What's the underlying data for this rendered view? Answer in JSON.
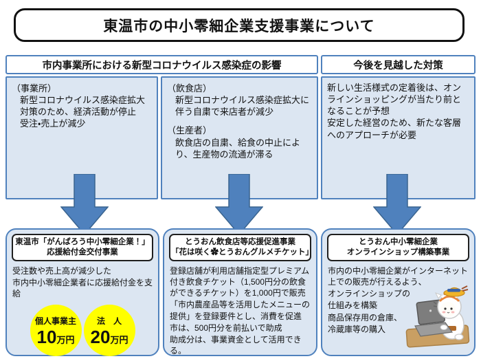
{
  "title": "東温市の中小零細企業支援事業について",
  "colors": {
    "border_blue": "#4f81bd",
    "cell_fill": "#dce6f2",
    "arrow_fill": "#4f81bd",
    "badge_yellow": "#ffff00",
    "title_border": "#111111"
  },
  "impact_table": {
    "header_left": "市内事業所における新型コロナウイルス感染症の影響",
    "header_right": "今後を見越した対策",
    "cells": [
      {
        "sections": [
          {
            "label": "（事業所）",
            "lines": [
              "新型コロナウイルス感染症拡大対策のため、経済活動が停止",
              "受注・売上が減少"
            ]
          }
        ]
      },
      {
        "sections": [
          {
            "label": "（飲食店）",
            "lines": [
              "新型コロナウイルス感染症拡大に伴う自粛で来店者が減少"
            ]
          },
          {
            "label": "（生産者）",
            "lines": [
              "飲食店の自粛、給食の中止により、生産物の流通が滞る"
            ]
          }
        ]
      },
      {
        "sections": [
          {
            "label": "",
            "lines": [
              "新しい生活様式の定着後は、オンラインショッピングが当たり前となることが予想",
              "安定した経営のため、新たな客層へのアプローチが必要"
            ]
          }
        ]
      }
    ]
  },
  "programs": [
    {
      "name_line1": "東温市「がんばろう中小零細企業！」",
      "name_line2": "応援給付金交付事業",
      "body": [
        "受注数や売上高が減少した",
        "市内中小零細企業者に応援給付金を支給"
      ],
      "badges": [
        {
          "label": "個人事業主",
          "amount": "10",
          "unit": "万円"
        },
        {
          "label": "法　人",
          "amount": "20",
          "unit": "万円"
        }
      ]
    },
    {
      "name_line1": "とうおん飲食店等応援促進事業",
      "name_line2": "「花は咲く✿とうおんグルメチケット」",
      "body": [
        "登録店舗が利用店舗指定型プレミアム付き飲食チケット（1,500円分の飲食ができるチケット）を1,000円で販売",
        "「市内農産品等を活用したメニューの提供」を登録要件とし、消費を促進",
        "市は、500円分を前払いで助成",
        "助成分は、事業資金として活用できる。"
      ]
    },
    {
      "name_line1": "とうおん中小零細企業",
      "name_line2": "オンラインショップ構築事業",
      "body": [
        "市内の中小零細企業がインターネット上での販売が行えるよう、",
        "オンラインショップの",
        "仕組みを構築",
        "商品保存用の倉庫、",
        "冷蔵庫等の購入"
      ],
      "mascot": "toon-city-mascot-using-laptop"
    }
  ]
}
